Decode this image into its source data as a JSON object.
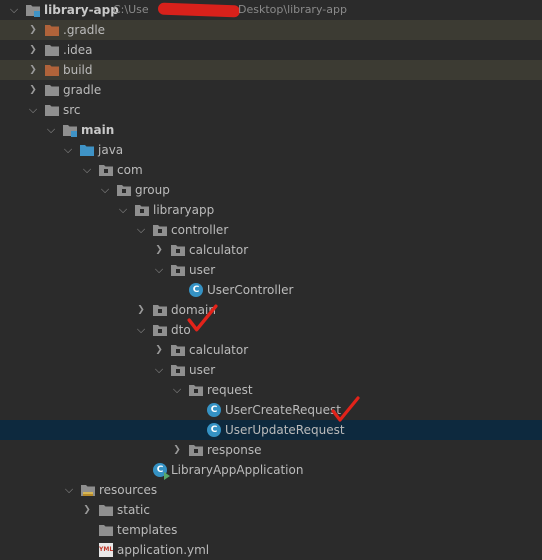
{
  "project": {
    "name": "library-app",
    "path_prefix": "C:\\Use",
    "path_suffix": "Desktop\\library-app"
  },
  "colors": {
    "folder": "#8f8f8f",
    "excluded_folder": "#b0633a",
    "source_folder": "#3f93c6",
    "class_icon": "#3592c4",
    "annotation": "#e2231a",
    "selection": "#0d293e"
  },
  "tree": [
    {
      "label": "library-app",
      "state": "expanded",
      "icon": "module-folder-icon",
      "bold": true,
      "header": true
    },
    {
      "label": ".gradle",
      "state": "collapsed",
      "icon": "excluded-folder-icon",
      "highlight": true
    },
    {
      "label": ".idea",
      "state": "collapsed",
      "icon": "folder-icon"
    },
    {
      "label": "build",
      "state": "collapsed",
      "icon": "excluded-folder-icon",
      "highlight": true
    },
    {
      "label": "gradle",
      "state": "collapsed",
      "icon": "folder-icon"
    },
    {
      "label": "src",
      "state": "expanded",
      "icon": "folder-icon"
    },
    {
      "label": "main",
      "state": "expanded",
      "icon": "module-folder-icon",
      "bold": true
    },
    {
      "label": "java",
      "state": "expanded",
      "icon": "source-folder-icon"
    },
    {
      "label": "com",
      "state": "expanded",
      "icon": "package-icon"
    },
    {
      "label": "group",
      "state": "expanded",
      "icon": "package-icon"
    },
    {
      "label": "libraryapp",
      "state": "expanded",
      "icon": "package-icon"
    },
    {
      "label": "controller",
      "state": "expanded",
      "icon": "package-icon"
    },
    {
      "label": "calculator",
      "state": "collapsed",
      "icon": "package-icon"
    },
    {
      "label": "user",
      "state": "expanded",
      "icon": "package-icon"
    },
    {
      "label": "UserController",
      "state": "leaf",
      "icon": "java-class-icon"
    },
    {
      "label": "domain",
      "state": "collapsed",
      "icon": "package-icon"
    },
    {
      "label": "dto",
      "state": "expanded",
      "icon": "package-icon"
    },
    {
      "label": "calculator",
      "state": "collapsed",
      "icon": "package-icon"
    },
    {
      "label": "user",
      "state": "expanded",
      "icon": "package-icon"
    },
    {
      "label": "request",
      "state": "expanded",
      "icon": "package-icon"
    },
    {
      "label": "UserCreateRequest",
      "state": "leaf",
      "icon": "java-class-icon"
    },
    {
      "label": "UserUpdateRequest",
      "state": "leaf",
      "icon": "java-class-icon",
      "selected": true
    },
    {
      "label": "response",
      "state": "collapsed",
      "icon": "package-icon"
    },
    {
      "label": "LibraryAppApplication",
      "state": "leaf",
      "icon": "spring-boot-class-icon"
    },
    {
      "label": "resources",
      "state": "expanded",
      "icon": "resources-folder-icon"
    },
    {
      "label": "static",
      "state": "collapsed",
      "icon": "folder-icon"
    },
    {
      "label": "templates",
      "state": "leaf",
      "icon": "folder-icon"
    },
    {
      "label": "application.yml",
      "state": "leaf",
      "icon": "yaml-file-icon"
    }
  ]
}
